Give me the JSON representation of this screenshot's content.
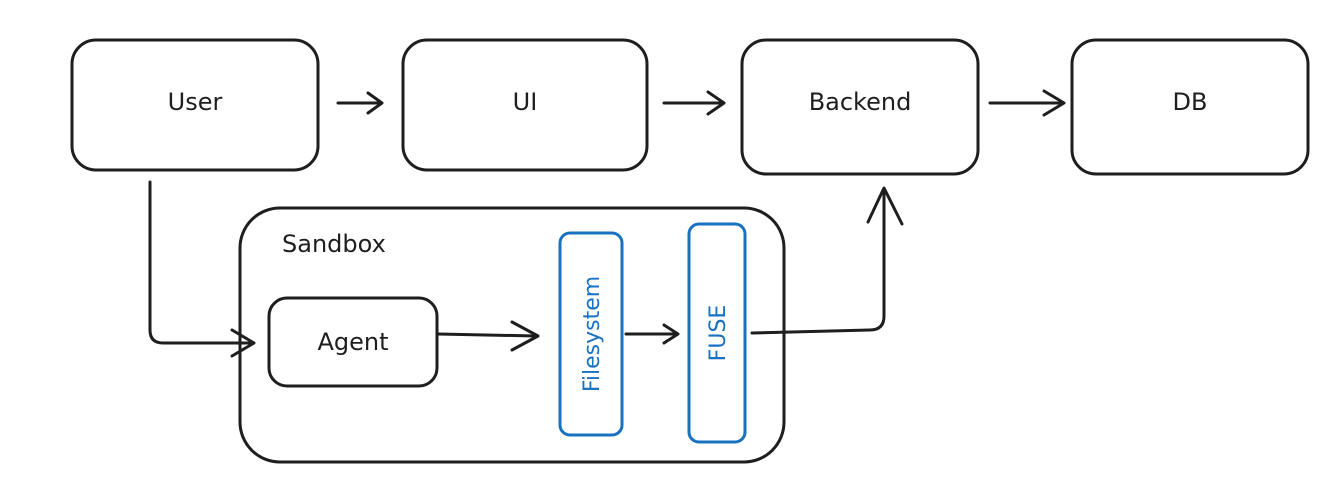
{
  "nodes": {
    "user": "User",
    "ui": "UI",
    "backend": "Backend",
    "db": "DB",
    "sandbox": "Sandbox",
    "agent": "Agent",
    "filesystem": "Filesystem",
    "fuse": "FUSE"
  },
  "colors": {
    "stroke": "#1e1e1e",
    "accent": "#1971c2",
    "background": "#ffffff"
  }
}
